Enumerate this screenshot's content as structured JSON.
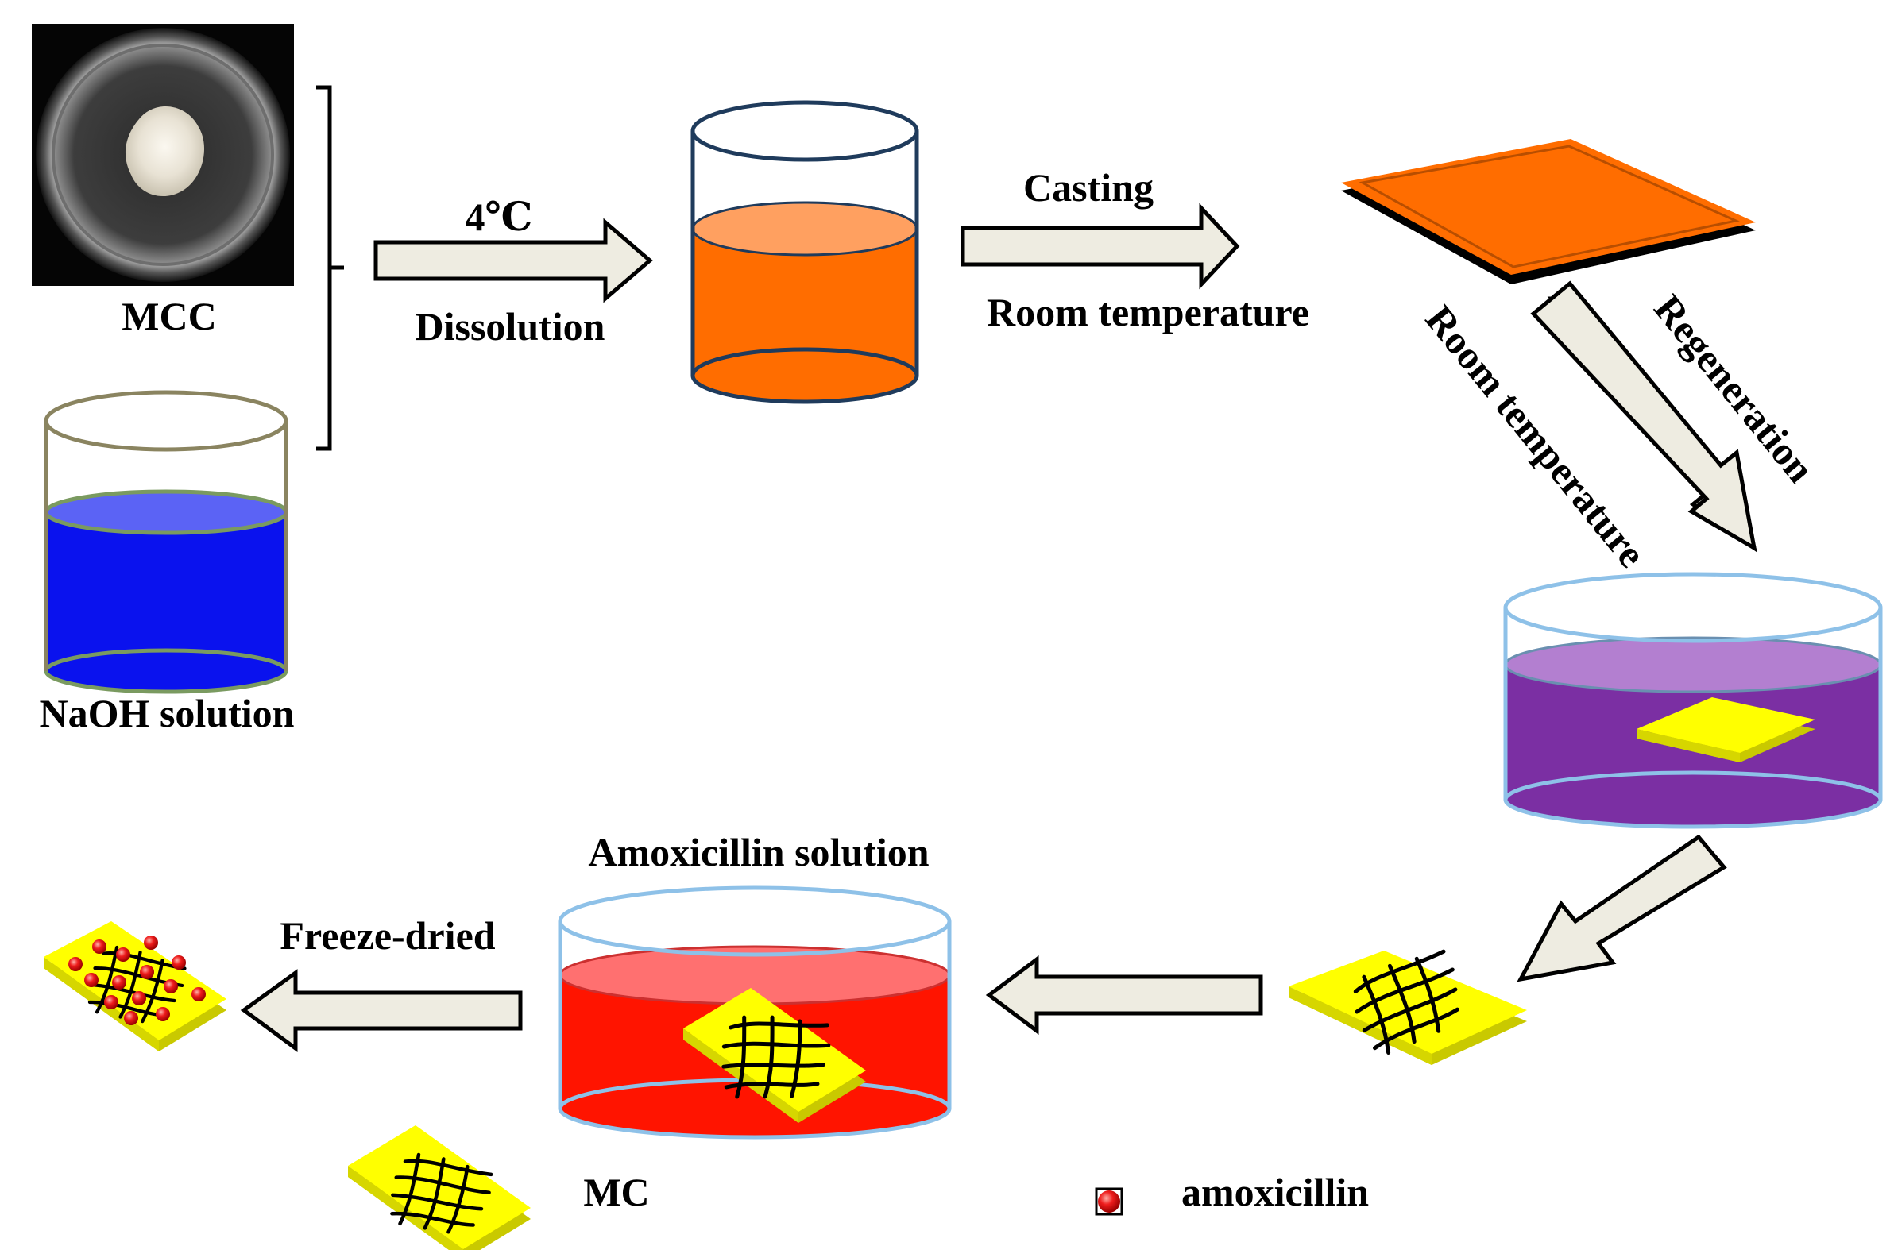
{
  "labels": {
    "mcc": "MCC",
    "naoh": "NaOH solution",
    "temp_4c": "4℃",
    "dissolution": "Dissolution",
    "casting": "Casting",
    "room_temp_1": "Room temperature",
    "room_temp_2": "Room temperature",
    "regeneration": "Regeneration",
    "amoxicillin_solution": "Amoxicillin solution",
    "freeze_dried": "Freeze-dried",
    "mc": "MC",
    "amoxicillin": "amoxicillin"
  },
  "colors": {
    "naoh_liquid": "#0a12ee",
    "naoh_surface": "#5b63f5",
    "naoh_rim": "#8a8460",
    "solution_liquid": "#ff6d00",
    "solution_surface": "#ffa060",
    "beaker_rim": "#1f3b5c",
    "tray": "#ff6d00",
    "regeneration_liquid": "#7b2fa3",
    "regeneration_surface": "#b37fd0",
    "dish_rim": "#8ec1e8",
    "amoxicillin_liquid": "#ff1400",
    "amoxicillin_surface": "#ff7070",
    "film": "#ffff00",
    "drug_dot": "#ee1c1c",
    "arrow_fill": "#eeece1"
  },
  "icons": [
    "mcc-photo",
    "naoh-beaker",
    "dissolved-beaker",
    "casting-tray",
    "regeneration-dish",
    "hydrogel-film",
    "amoxicillin-dish",
    "drug-loaded-film",
    "amoxicillin-dot-icon"
  ]
}
